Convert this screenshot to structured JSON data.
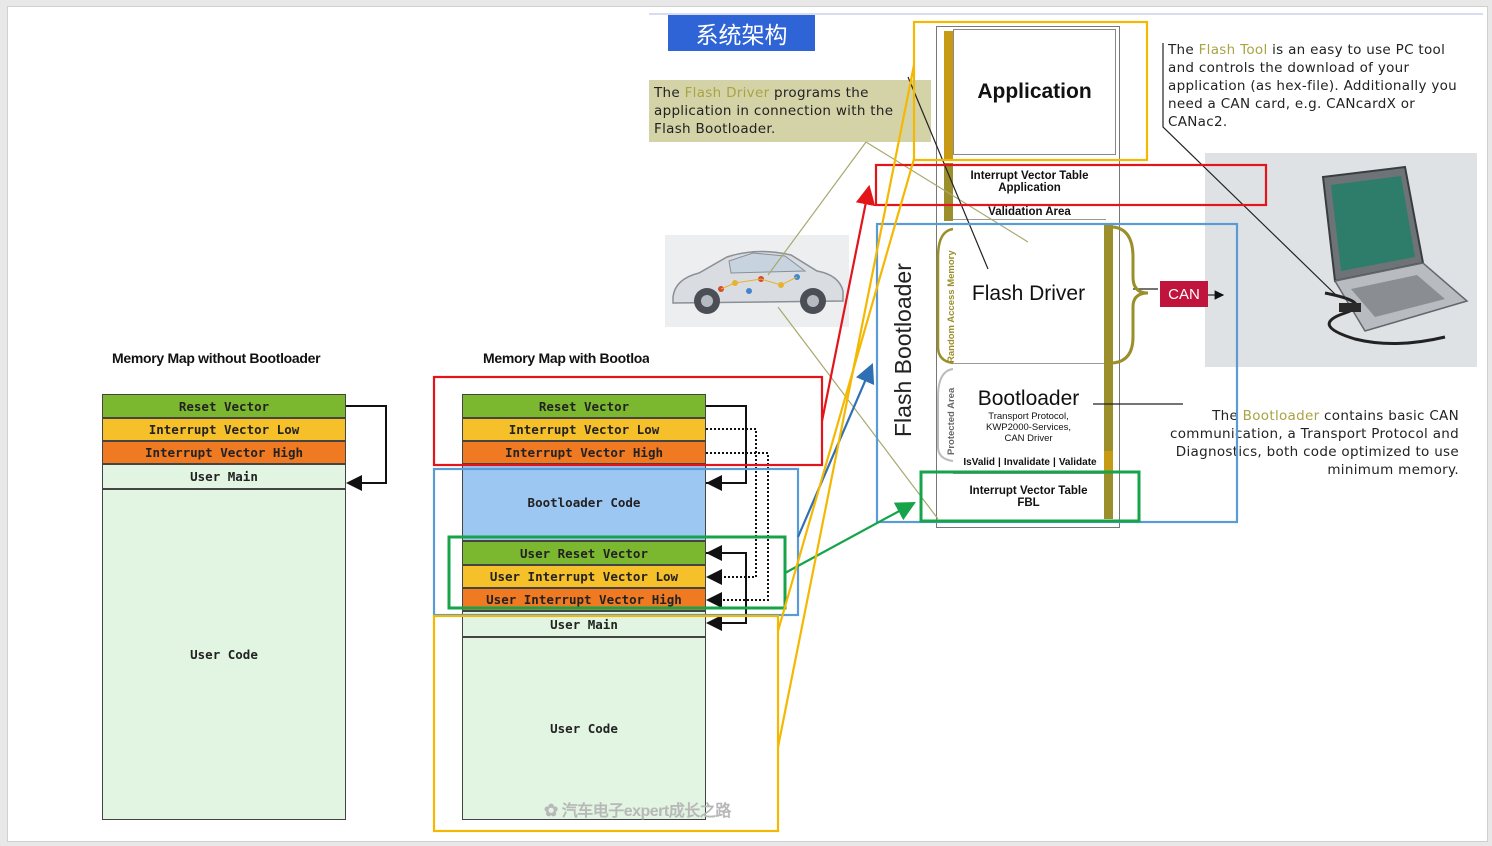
{
  "left_diagram": {
    "title": "Memory Map without Bootloader",
    "rows": [
      "Reset Vector",
      "Interrupt Vector Low",
      "Interrupt Vector High",
      "User Main",
      "User Code"
    ]
  },
  "middle_diagram": {
    "title": "Memory Map with Bootloader",
    "rows": [
      "Reset Vector",
      "Interrupt Vector Low",
      "Interrupt Vector High",
      "Bootloader Code",
      "User Reset Vector",
      "User Interrupt Vector Low",
      "User Interrupt Vector High",
      "User Main",
      "User Code"
    ]
  },
  "watermark": "汽车电子expert成长之路",
  "right_diagram": {
    "header": "系统架构",
    "flash_driver_text": {
      "pre": "The ",
      "highlight": "Flash Driver",
      "post": " programs the application in connection with the Flash Bootloader."
    },
    "flash_tool_text": {
      "pre": "The ",
      "highlight": "Flash Tool",
      "post": " is an easy to use PC tool and controls the download of your application (as hex-file). Additionally you need a CAN card, e.g. CANcardX or CANac2."
    },
    "bootloader_text": {
      "pre": "The ",
      "highlight": "Bootloader",
      "post": " contains basic CAN communication, a Transport Protocol and Diagnostics, both code optimized to use minimum memory."
    },
    "blocks": {
      "application": "Application",
      "ivt_app_line1": "Interrupt Vector Table",
      "ivt_app_line2": "Application",
      "validation": "Validation Area",
      "flash_driver": "Flash Driver",
      "bootloader": "Bootloader",
      "bootloader_sub1": "Transport Protocol,",
      "bootloader_sub2": "KWP2000-Services,",
      "bootloader_sub3": "CAN Driver",
      "is_valid": "IsValid",
      "invalidate": "Invalidate",
      "validate": "Validate",
      "ivt_fbl_line1": "Interrupt Vector Table",
      "ivt_fbl_line2": "FBL"
    },
    "vertical_labels": {
      "flash_bootloader": "Flash Bootloader",
      "ram": "Random Access Memory",
      "protected": "Protected Area"
    },
    "can_label": "CAN"
  },
  "colors": {
    "red_box": "#e3151a",
    "blue_box": "#5b9bd5",
    "green_box": "#16a34a",
    "yellow_box": "#f5b800",
    "header_bg": "#2f64d6",
    "highlight_text": "#a8a444",
    "olive_bar": "#9a8f2a",
    "can_bg": "#c0143c"
  }
}
